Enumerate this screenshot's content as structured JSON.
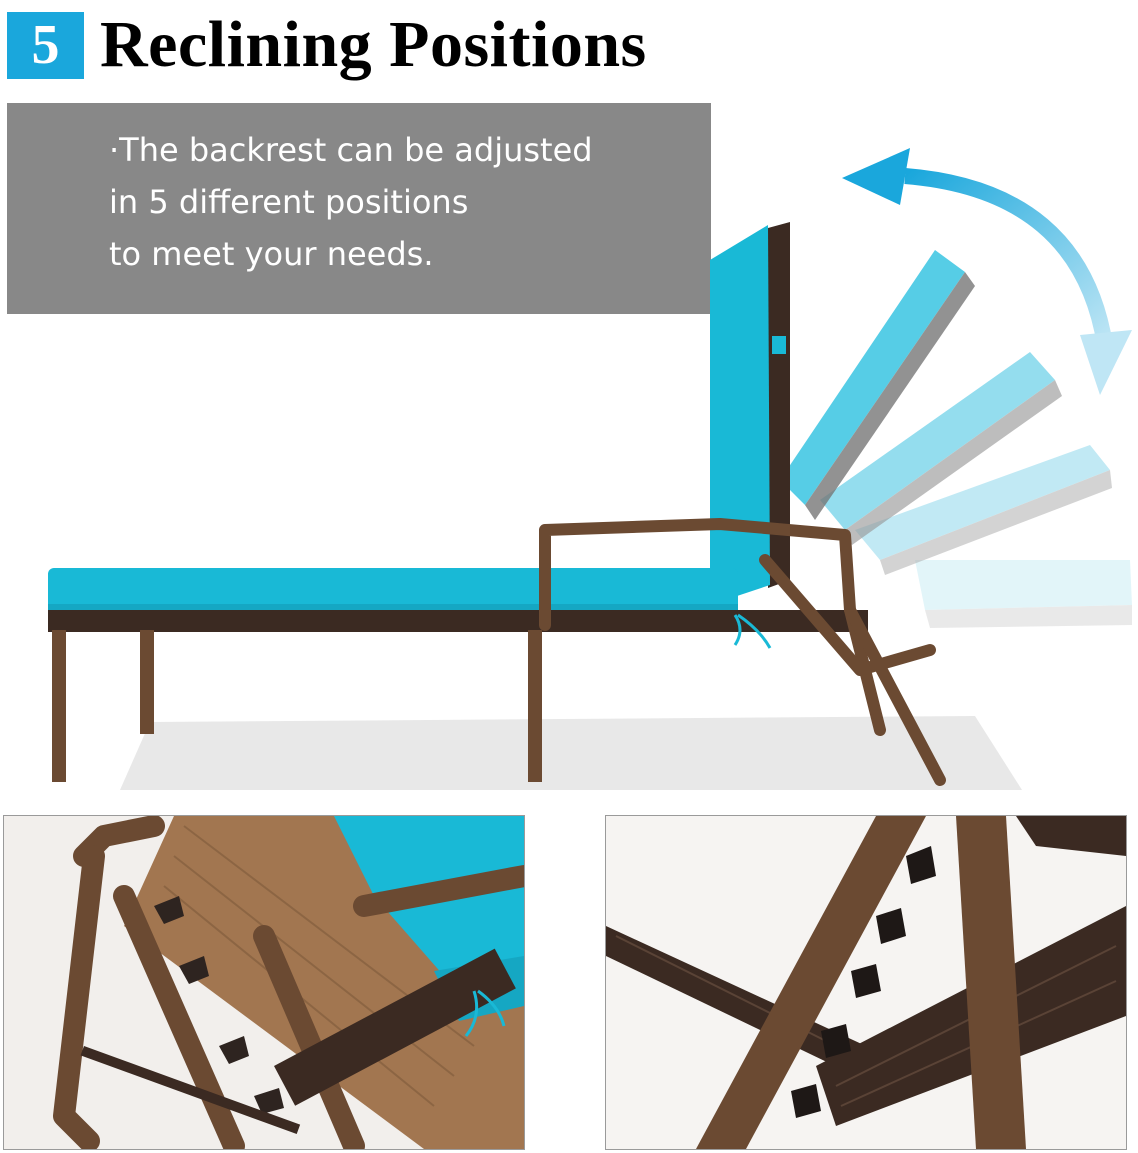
{
  "header": {
    "badge_number": "5",
    "title": "Reclining Positions"
  },
  "description": {
    "lines": [
      "·The backrest can be adjusted",
      "in 5 different positions",
      "to meet your needs."
    ]
  },
  "colors": {
    "accent": "#1aa7dc",
    "cushion": "#19b9d6",
    "frame": "#6b4a32",
    "rattan": "#3b2a22",
    "desc_bg": "#888888"
  },
  "icons": {
    "direction_arrow": "double-headed-curved-arrow"
  }
}
